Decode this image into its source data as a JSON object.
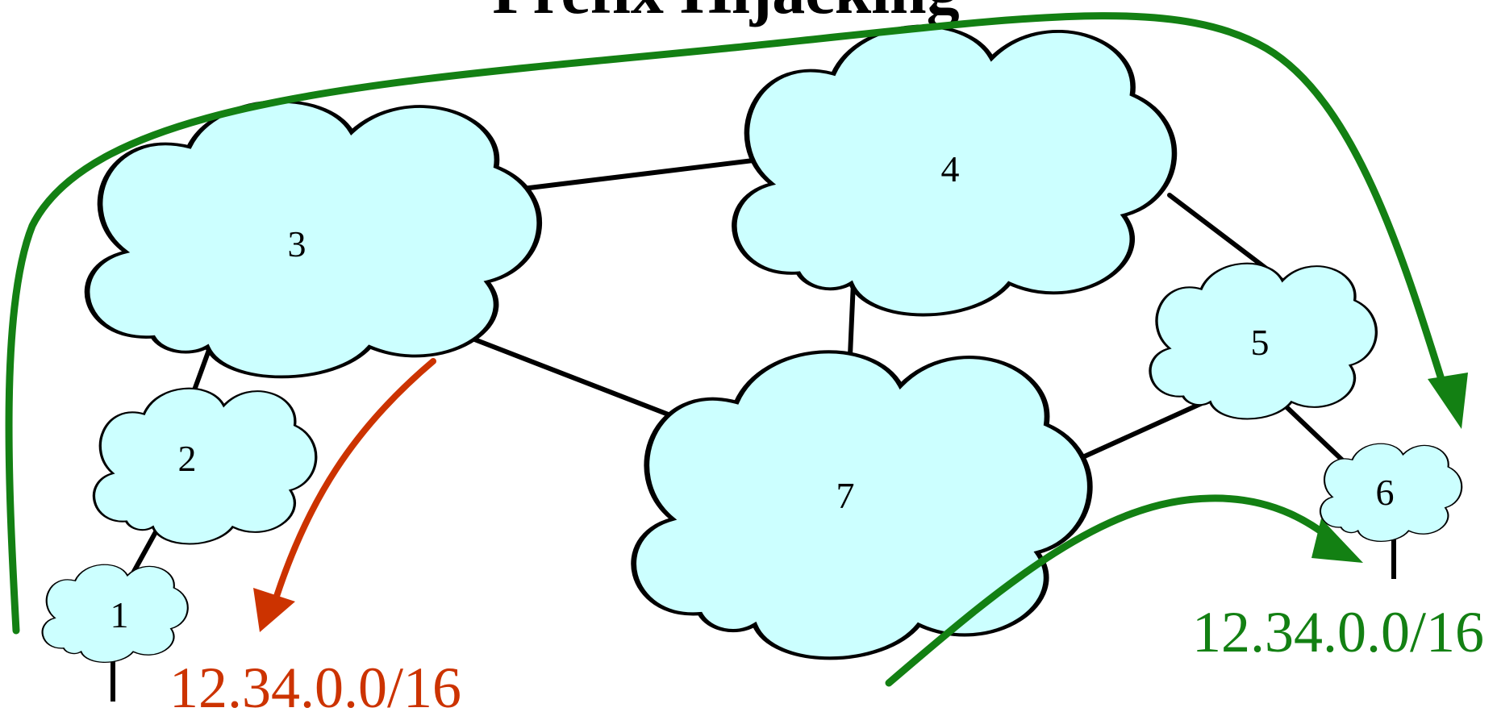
{
  "title": "Prefix Hijacking",
  "colors": {
    "cloud_fill": "#ccffff",
    "cloud_stroke": "#000000",
    "link": "#000000",
    "legit": "#138013",
    "hijack": "#cc3300"
  },
  "nodes": [
    {
      "id": "1",
      "label": "1"
    },
    {
      "id": "2",
      "label": "2"
    },
    {
      "id": "3",
      "label": "3"
    },
    {
      "id": "4",
      "label": "4"
    },
    {
      "id": "5",
      "label": "5"
    },
    {
      "id": "6",
      "label": "6"
    },
    {
      "id": "7",
      "label": "7"
    }
  ],
  "links": [
    {
      "from": "1",
      "to": "2"
    },
    {
      "from": "2",
      "to": "3"
    },
    {
      "from": "3",
      "to": "4"
    },
    {
      "from": "3",
      "to": "7"
    },
    {
      "from": "4",
      "to": "7"
    },
    {
      "from": "4",
      "to": "5"
    },
    {
      "from": "5",
      "to": "7"
    },
    {
      "from": "5",
      "to": "6"
    }
  ],
  "prefixes": {
    "hijack": "12.34.0.0/16",
    "legit": "12.34.0.0/16"
  }
}
